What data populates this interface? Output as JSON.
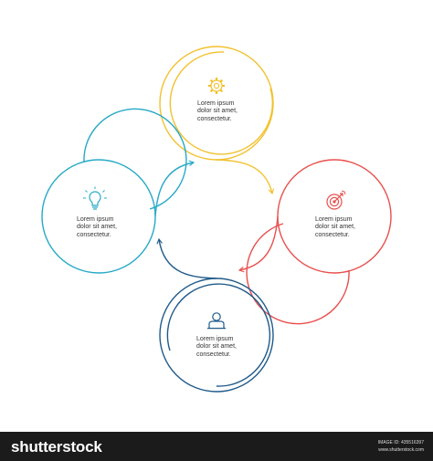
{
  "diagram": {
    "nodes": [
      {
        "id": "top",
        "color": "#f2c12e",
        "icon": "gear-icon",
        "lines": [
          "Lorem ipsum",
          "dolor sit amet,",
          "consectetur."
        ]
      },
      {
        "id": "right",
        "color": "#e8504e",
        "icon": "target-icon",
        "lines": [
          "Lorem ipsum",
          "dolor sit amet,",
          "consectetur."
        ]
      },
      {
        "id": "bottom",
        "color": "#1f5a8a",
        "icon": "person-icon",
        "lines": [
          "Lorem ipsum",
          "dolor sit amet,",
          "consectetur."
        ]
      },
      {
        "id": "left",
        "color": "#26a9c7",
        "icon": "lightbulb-icon",
        "lines": [
          "Lorem ipsum",
          "dolor sit amet,",
          "consectetur."
        ]
      }
    ],
    "flow": [
      "top",
      "right",
      "bottom",
      "left",
      "top"
    ]
  },
  "footer": {
    "brand": "shutterstock",
    "image_id": "IMAGE ID: 435516397",
    "site": "www.shutterstock.com"
  }
}
